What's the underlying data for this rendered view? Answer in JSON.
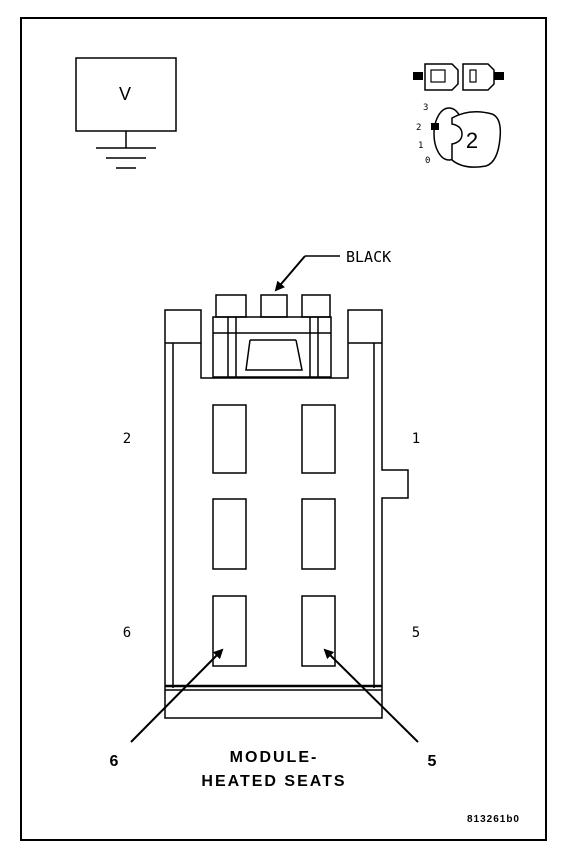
{
  "meter": {
    "label": "V"
  },
  "connector_view": {
    "number": "2",
    "positions": [
      "3",
      "2",
      "1",
      "0"
    ]
  },
  "connector": {
    "color_label": "BLACK"
  },
  "cavities": {
    "top_left": "2",
    "top_right": "1",
    "bottom_left": "6",
    "bottom_right": "5"
  },
  "pointers": {
    "left": "6",
    "right": "5"
  },
  "title": {
    "line1": "MODULE-",
    "line2": "HEATED SEATS"
  },
  "figure_id": "813261b0",
  "colors": {
    "ink": "#000000",
    "background": "#ffffff"
  }
}
